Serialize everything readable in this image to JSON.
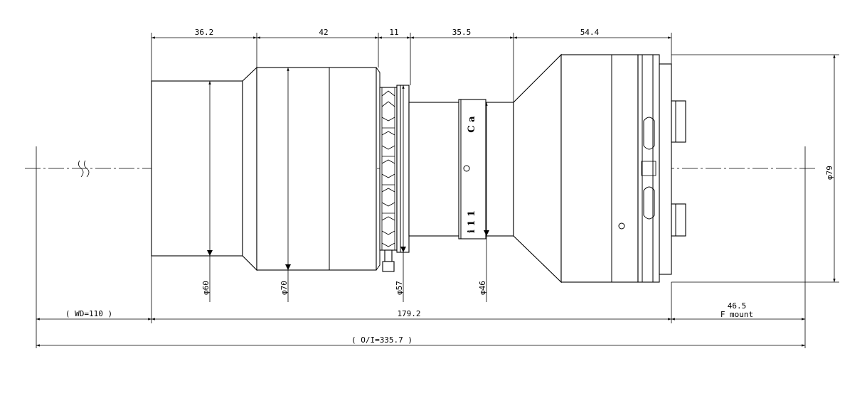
{
  "drawing": {
    "top_dims": [
      "36.2",
      "42",
      "11",
      "35.5",
      "54.4"
    ],
    "diameters": [
      "φ60",
      "φ70",
      "φ57",
      "φ46"
    ],
    "right_diameter": "φ79",
    "bottom": {
      "wd": "( WD=110 )",
      "length": "179.2",
      "flange_value": "46.5",
      "mount": "F mount",
      "oi": "( O/I=335.7 )"
    },
    "barrel_marks": {
      "top": "C a",
      "bottom": "i 1 1"
    }
  }
}
